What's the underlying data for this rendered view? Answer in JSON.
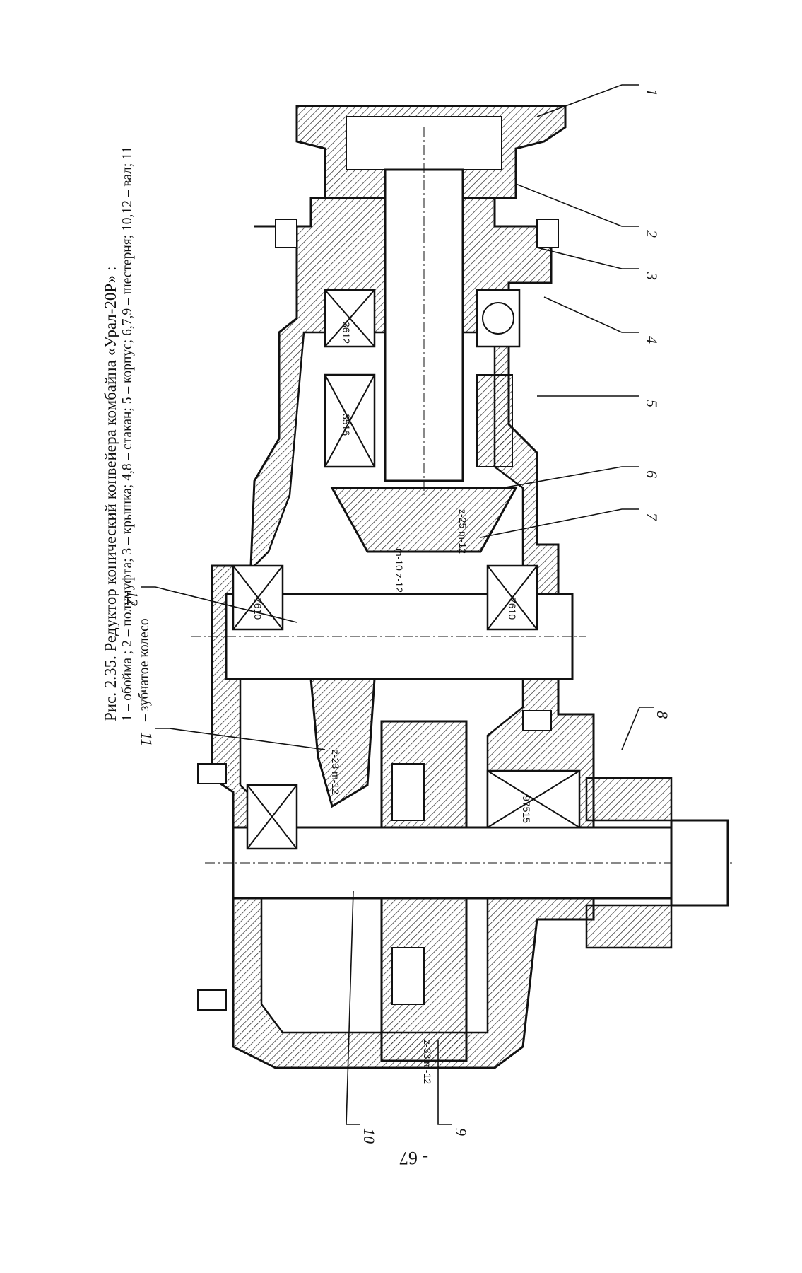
{
  "figure": {
    "caption_title": "Рис. 2.35. Редуктор конический конвейера комбайна «Урал-20Р» :",
    "caption_legend": "1 – обойма ; 2 – полумуфта; 3 – крышка; 4,8 – стакан; 5 – корпус; 6,7,9 – шестерня; 10,12 – вал; 11 – зубчатое колесо",
    "callouts": [
      "1",
      "2",
      "3",
      "4",
      "5",
      "6",
      "7",
      "8",
      "9",
      "10",
      "11",
      "12"
    ],
    "bearing_marks": [
      "3612",
      "3516",
      "7610",
      "7610",
      "97515",
      "m-10 z-12",
      "z-23 m-12",
      "z-33 m-12",
      "z-25 m-12"
    ],
    "page_number": "- 67"
  }
}
